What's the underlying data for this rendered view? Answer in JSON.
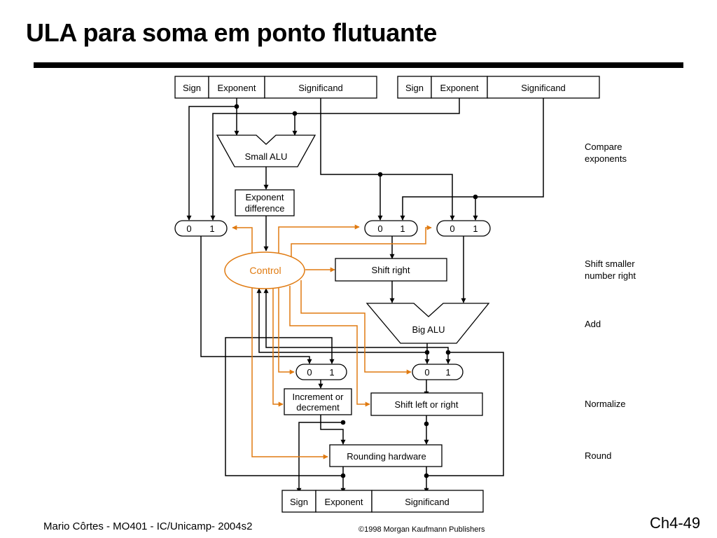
{
  "slide": {
    "title": "ULA para soma em ponto flutuante",
    "footer_left": "Mario Côrtes - MO401 - IC/Unicamp- 2004s2",
    "copyright": "©1998 Morgan Kaufmann Publishers",
    "page": "Ch4-49"
  },
  "diagram": {
    "reg_a": {
      "sign": "Sign",
      "exponent": "Exponent",
      "significand": "Significand"
    },
    "reg_b": {
      "sign": "Sign",
      "exponent": "Exponent",
      "significand": "Significand"
    },
    "reg_out": {
      "sign": "Sign",
      "exponent": "Exponent",
      "significand": "Significand"
    },
    "small_alu": "Small ALU",
    "exp_diff": [
      "Exponent",
      "difference"
    ],
    "control": "Control",
    "shift_right": "Shift right",
    "big_alu": "Big ALU",
    "inc_dec": [
      "Increment or",
      "decrement"
    ],
    "shift_lr": "Shift left or right",
    "rounding": "Rounding hardware",
    "mux_zero": "0",
    "mux_one": "1",
    "steps": {
      "compare": [
        "Compare",
        "exponents"
      ],
      "shift": [
        "Shift smaller",
        "number right"
      ],
      "add": "Add",
      "normalize": "Normalize",
      "round": "Round"
    },
    "colors": {
      "wire": "#000000",
      "control": "#e07a10"
    }
  }
}
